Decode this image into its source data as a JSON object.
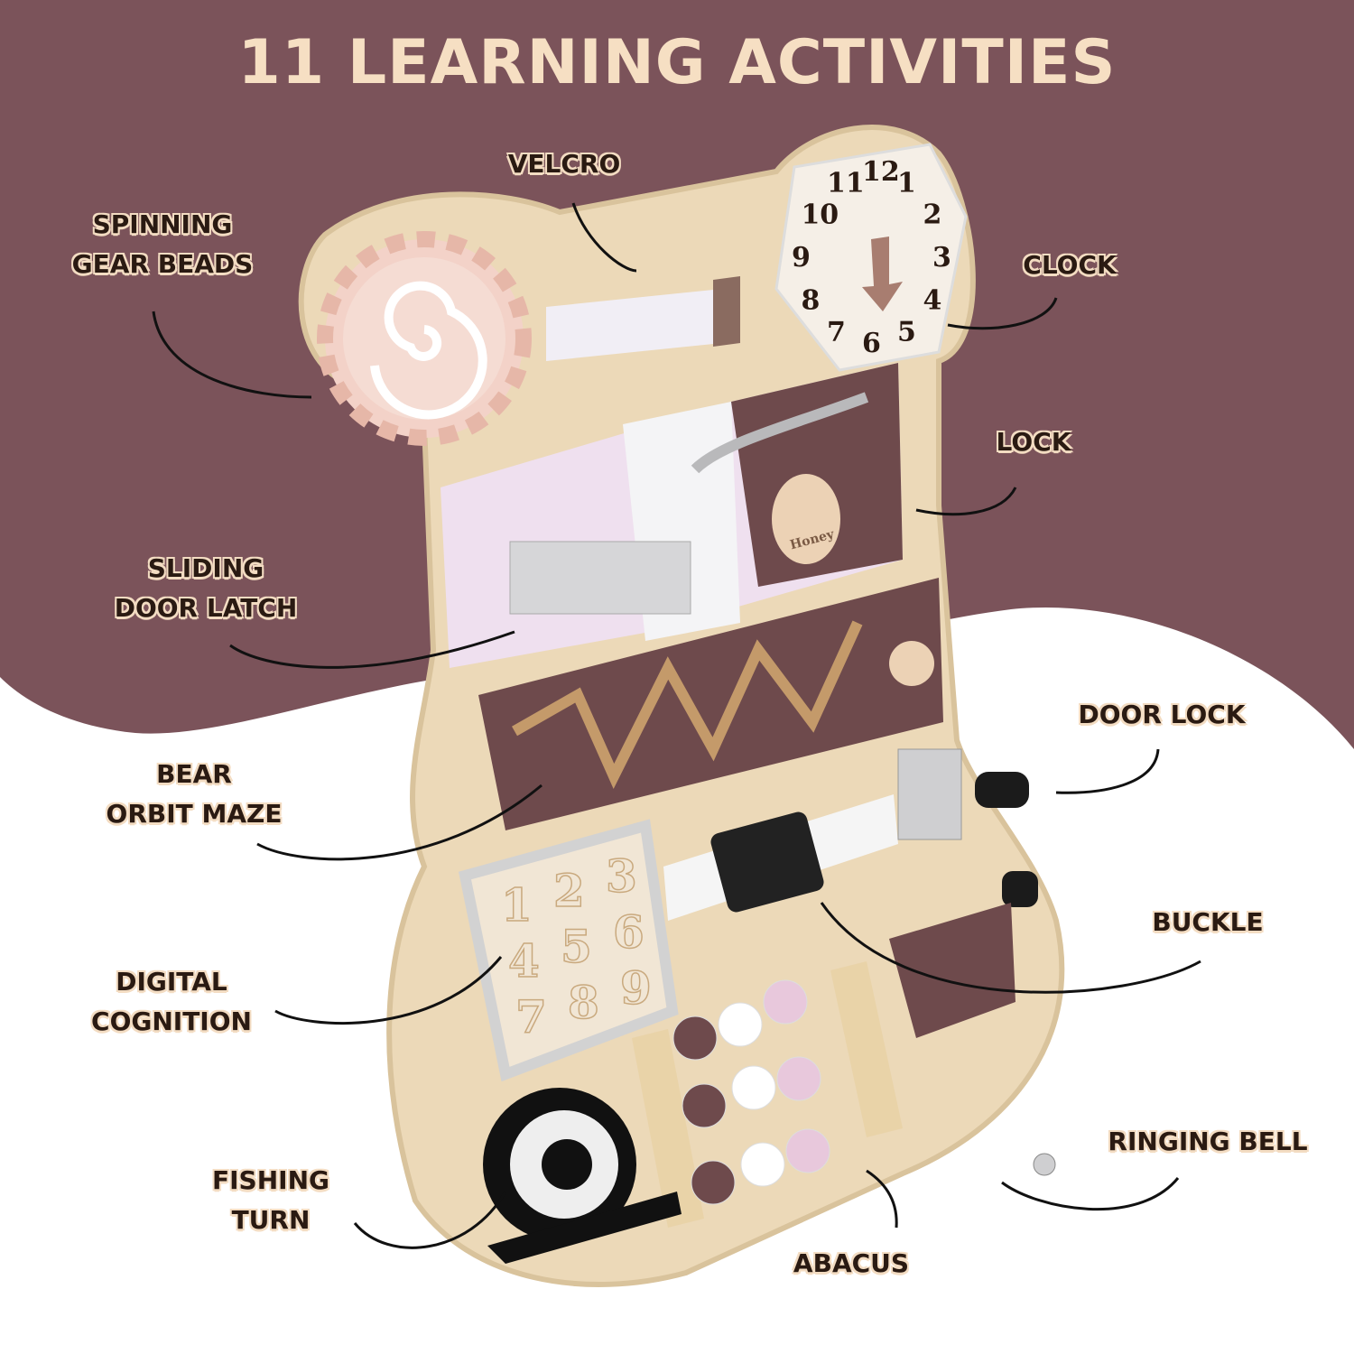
{
  "title": "11 LEARNING ACTIVITIES",
  "labels": {
    "velcro": "VELCRO",
    "gear": [
      "SPINNING",
      "GEAR BEADS"
    ],
    "clock": "CLOCK",
    "lock": "LOCK",
    "latch": [
      "SLIDING",
      "DOOR LATCH"
    ],
    "door_lock": "DOOR LOCK",
    "maze": [
      "BEAR",
      "ORBIT MAZE"
    ],
    "buckle": "BUCKLE",
    "digital": [
      "DIGITAL",
      "COGNITION"
    ],
    "bell": "RINGING BELL",
    "fishing": [
      "FISHING",
      "TURN"
    ],
    "abacus": "ABACUS"
  },
  "board": {
    "honey_text": "Honey",
    "clock_numbers": [
      "12",
      "1",
      "2",
      "3",
      "4",
      "5",
      "6",
      "7",
      "8",
      "9",
      "10",
      "11"
    ],
    "digits": [
      "1",
      "2",
      "3",
      "4",
      "5",
      "6",
      "7",
      "8",
      "9"
    ]
  },
  "colors": {
    "maroon": "#7b535a",
    "cream": "#f6dfc3",
    "wood": "#ecd9b8",
    "plum": "#6e4a4c",
    "lilac": "#eee0ee"
  }
}
